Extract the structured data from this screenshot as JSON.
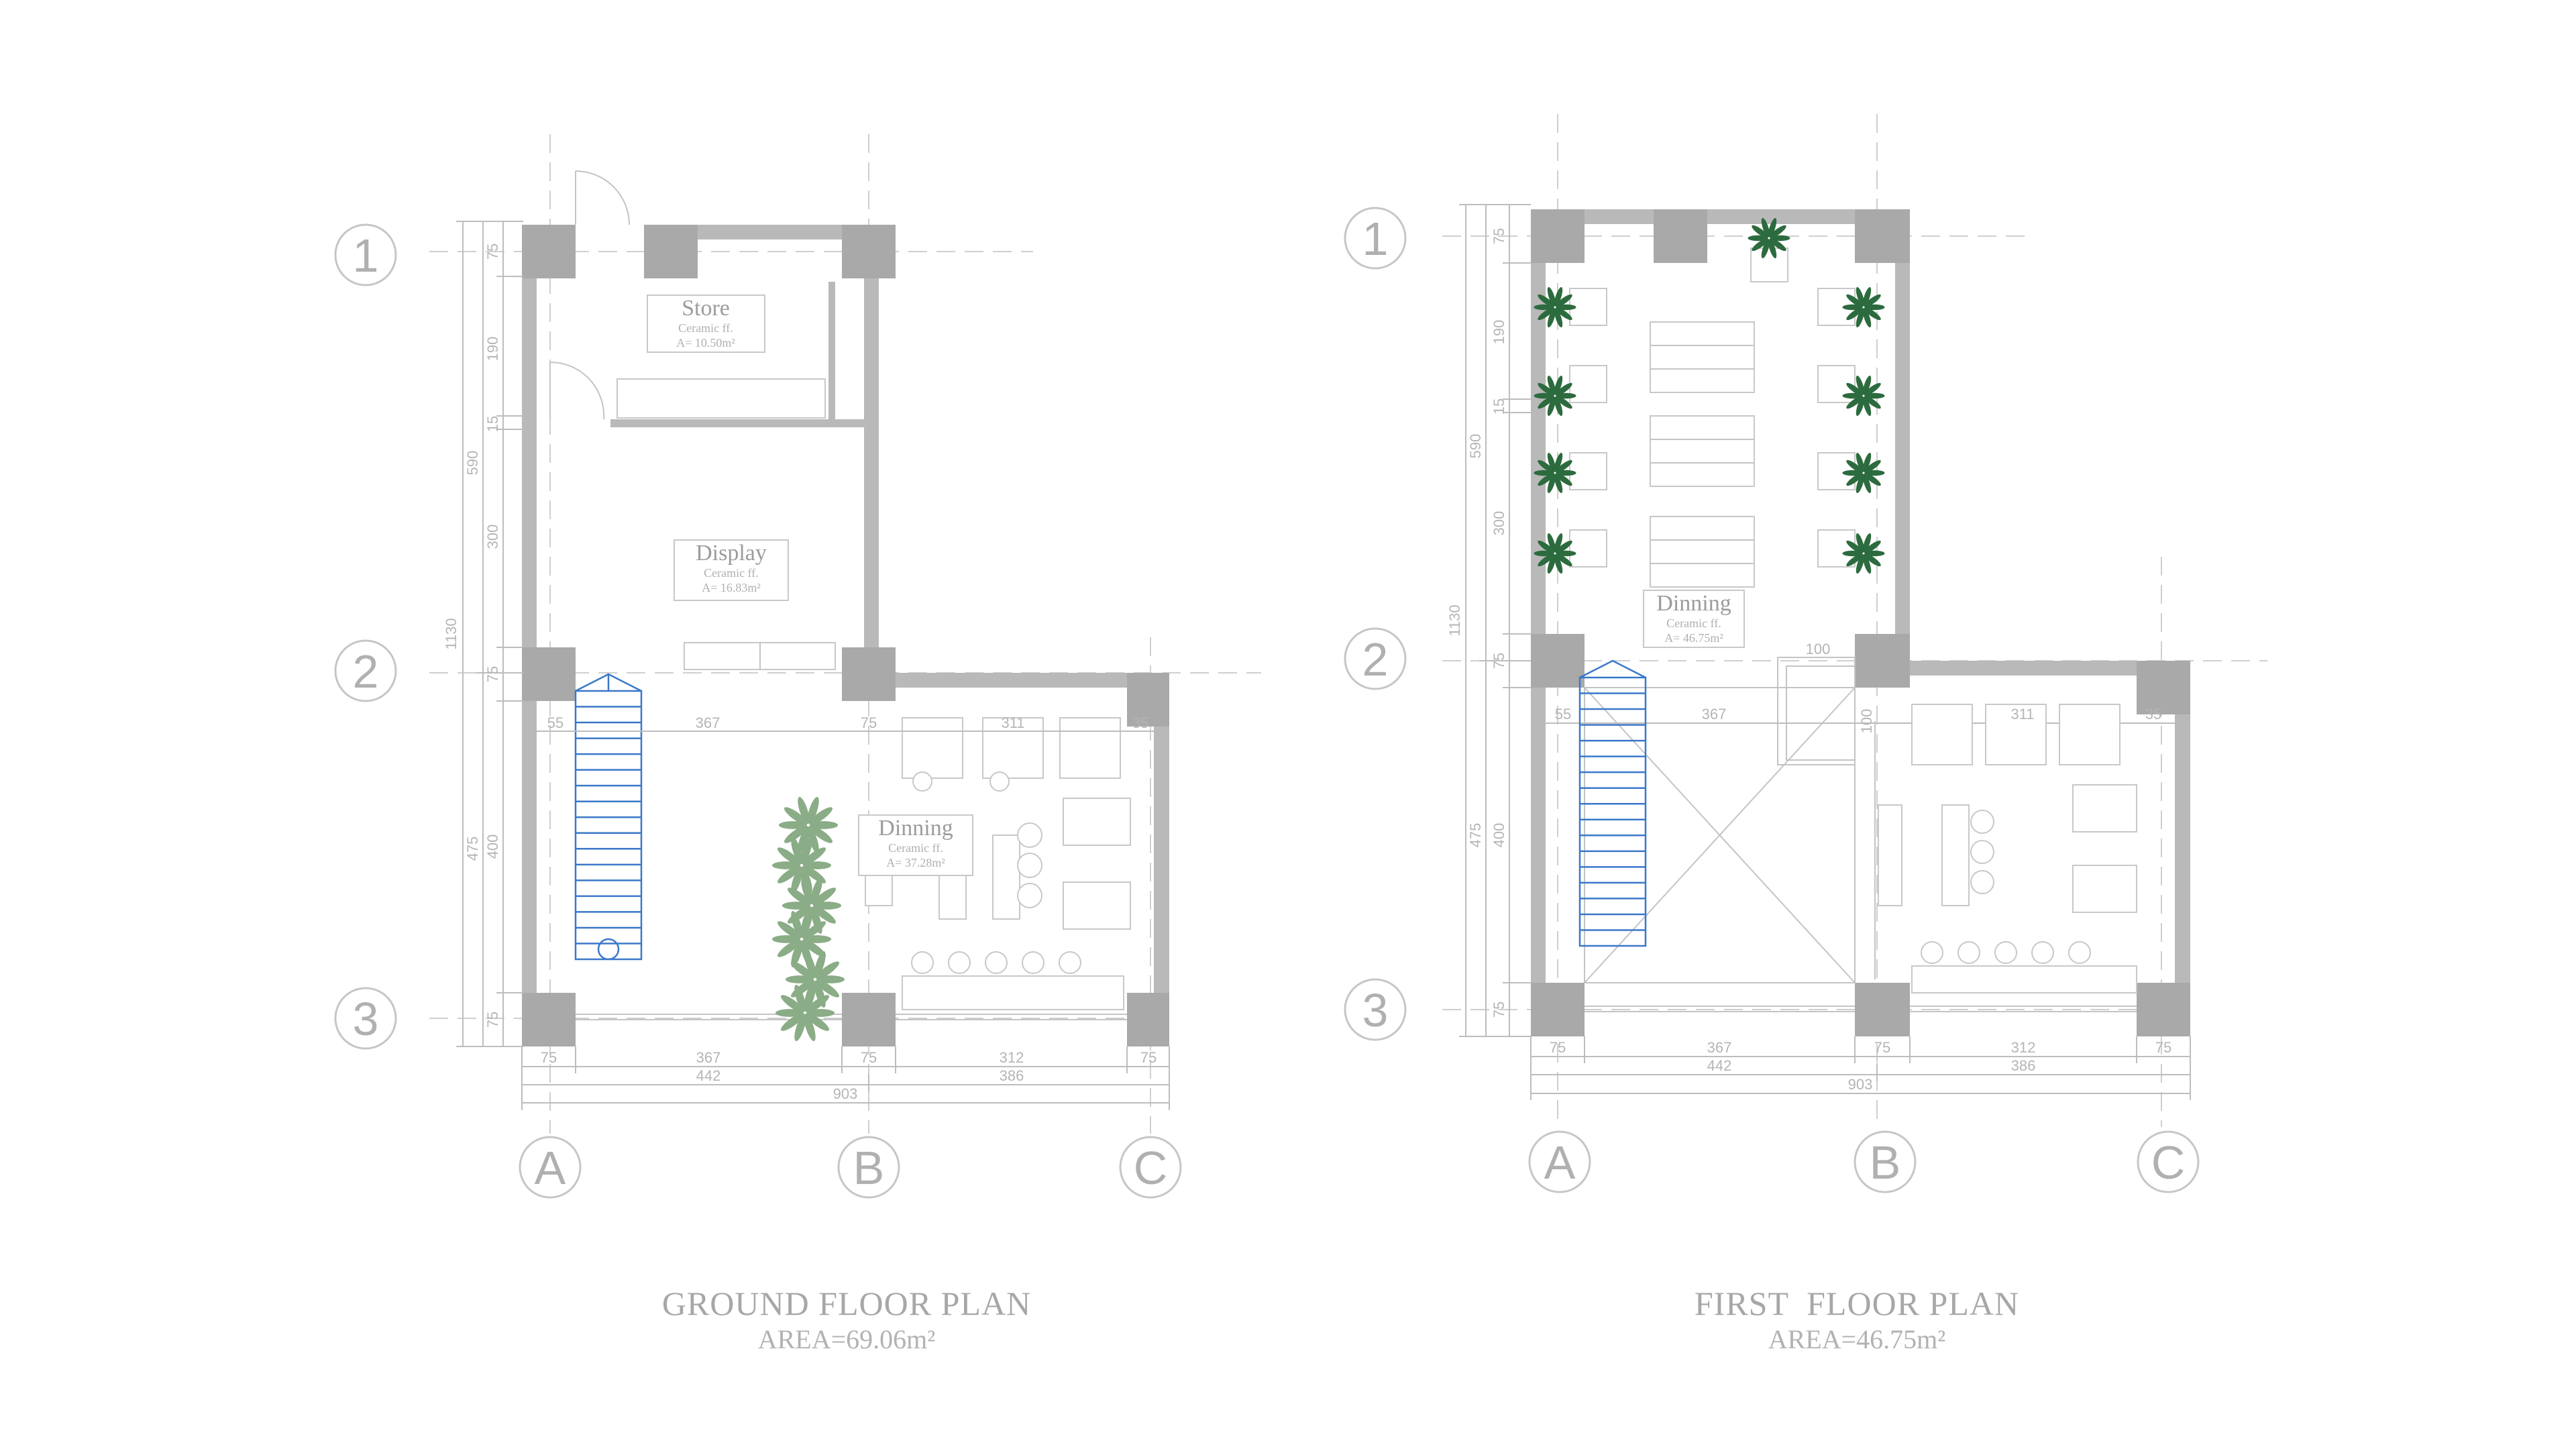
{
  "ground_floor": {
    "title": "GROUND FLOOR PLAN",
    "area": "AREA=69.06m²",
    "grid_rows": [
      "1",
      "2",
      "3"
    ],
    "grid_cols": [
      "A",
      "B",
      "C"
    ],
    "rooms": {
      "store": {
        "name": "Store",
        "finish": "Ceramic ff.",
        "area": "A= 10.50m²"
      },
      "display": {
        "name": "Display",
        "finish": "Ceramic ff.",
        "area": "A= 16.83m²"
      },
      "dining": {
        "name": "Dinning",
        "finish": "Ceramic ff.",
        "area": "A= 37.28m²"
      }
    },
    "dims": {
      "total_left": "1130",
      "upper_left": "590",
      "lower_left": "475",
      "seg_75_top": "75",
      "seg_190": "190",
      "seg_15": "15",
      "seg_300": "300",
      "seg_75_mid": "75",
      "seg_400": "400",
      "seg_75_bot": "75",
      "inner_55": "55",
      "inner_367": "367",
      "inner_75": "75",
      "inner_311": "311",
      "inner_35": "35",
      "b1_75a": "75",
      "b1_367": "367",
      "b1_75b": "75",
      "b1_312": "312",
      "b1_75c": "75",
      "b2_442": "442",
      "b2_386": "386",
      "b3_903": "903"
    }
  },
  "first_floor": {
    "title": "FIRST  FLOOR PLAN",
    "area": "AREA=46.75m²",
    "grid_rows": [
      "1",
      "2",
      "3"
    ],
    "grid_cols": [
      "A",
      "B",
      "C"
    ],
    "rooms": {
      "dining": {
        "name": "Dinning",
        "finish": "Ceramic ff.",
        "area": "A= 46.75m²"
      }
    },
    "dims": {
      "total_left": "1130",
      "upper_left": "590",
      "lower_left": "475",
      "seg_75_top": "75",
      "seg_190": "190",
      "seg_15": "15",
      "seg_300": "300",
      "seg_75_mid": "75",
      "seg_400": "400",
      "seg_75_bot": "75",
      "inner_55": "55",
      "inner_367": "367",
      "inner_100a": "100",
      "inner_100b": "100",
      "inner_311": "311",
      "inner_35": "35",
      "b1_75a": "75",
      "b1_367": "367",
      "b1_75b": "75",
      "b1_312": "312",
      "b1_75c": "75",
      "b2_442": "442",
      "b2_386": "386",
      "b3_903": "903"
    }
  }
}
